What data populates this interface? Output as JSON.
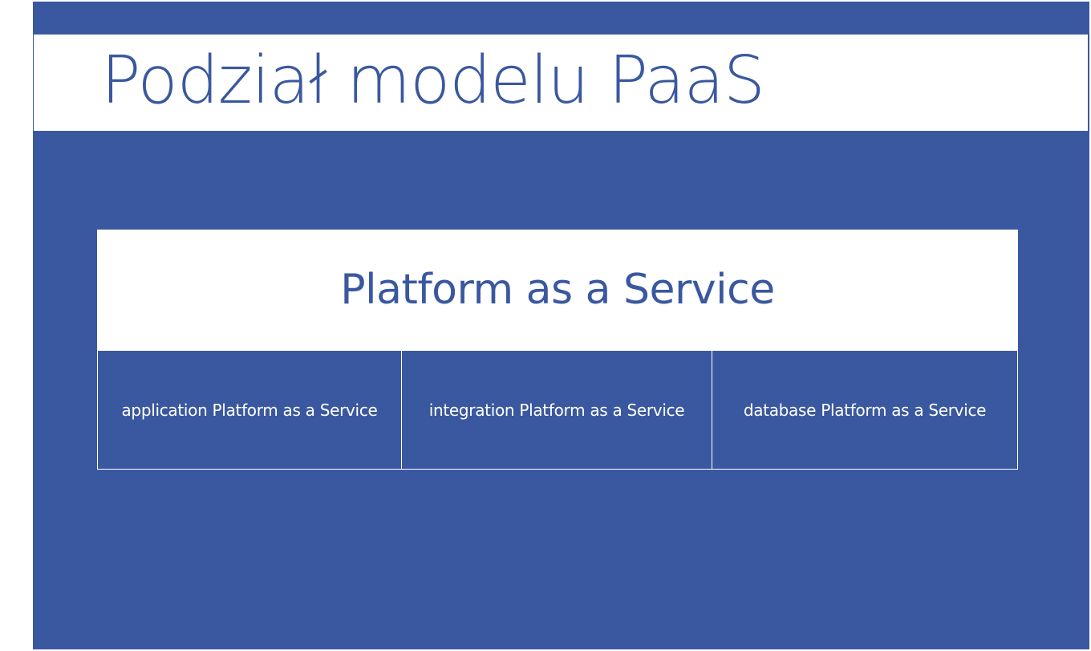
{
  "slide": {
    "title": "Podział modelu PaaS",
    "background_color": "#3a589f",
    "accent_color": "#ffffff"
  },
  "diagram": {
    "root": {
      "label": "Platform as a Service"
    },
    "children": [
      {
        "label": "application Platform as a Service"
      },
      {
        "label": "integration Platform as a Service"
      },
      {
        "label": "database Platform as a Service"
      }
    ]
  }
}
